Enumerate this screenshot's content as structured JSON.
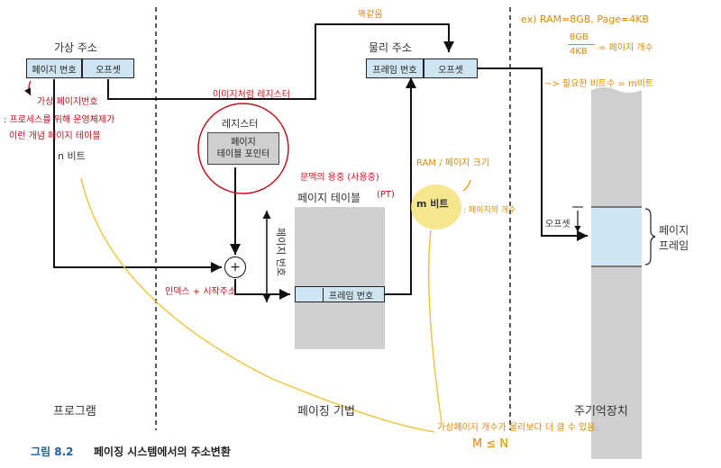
{
  "caption": {
    "number": "그림 8.2",
    "title": "페이징 시스템에서의 주소변환"
  },
  "sections": {
    "program": "프로그램",
    "paging": "페이징 기법",
    "memory": "주기억장치"
  },
  "virtual_address": {
    "title": "가상 주소",
    "page_number": "페이지 번호",
    "offset": "오프셋",
    "bits": "n 비트"
  },
  "physical_address": {
    "title": "물리 주소",
    "frame_number": "프레임 번호",
    "offset": "오프셋",
    "bits": "m 비트"
  },
  "register": {
    "title": "레지스터",
    "pointer": "페이지\n테이블 포인터"
  },
  "page_table": {
    "title": "페이지 테이블",
    "page_number_axis": "페이지 번호",
    "entry": "프레임 번호"
  },
  "memory_block": {
    "offset": "오프셋",
    "frame": "페이지\n프레임"
  },
  "adder_symbol": "+",
  "annotations": {
    "red": [
      "가상 페이지번호",
      ": 프로세스를 위해 운영체제가",
      "이런 개념 페이지 테이블",
      "이미지처럼 레지스터",
      "문맥의 용중 (사용중)",
      "(PT)",
      "인덱스 + 시작주소"
    ],
    "orange": [
      "똑같음",
      "ex) RAM=8GB, Page=4KB",
      "8GB",
      "4KB",
      "= 페이지 개수",
      "~> 필요한 비트수 = m비트",
      "RAM / 페이지 크기",
      ": 페이지의 개수",
      "가상페이지 개수가 물리보다 더 클 수 있음.",
      "M ≤ N"
    ]
  }
}
